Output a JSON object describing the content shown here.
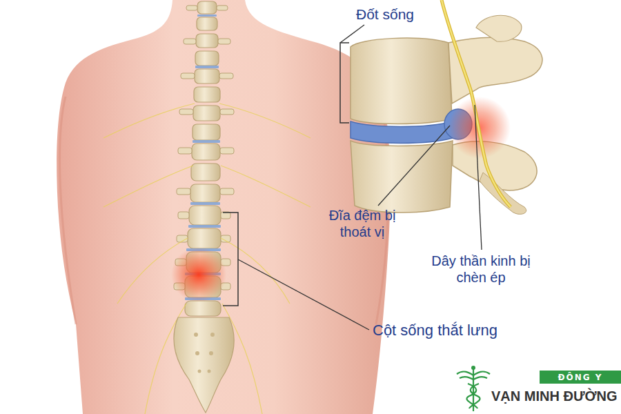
{
  "diagram": {
    "nodes": [
      {
        "text": [
          "ĐÔNG Y"
        ]
      }
    ],
    "labels": [
      "Đốt sống",
      "Đĩa đệm bị thoát vị",
      "Dây thần kinh bị chèn ép",
      "Cột sống thắt lưng",
      "VẠN MINH ĐƯỜNG"
    ]
  }
}
